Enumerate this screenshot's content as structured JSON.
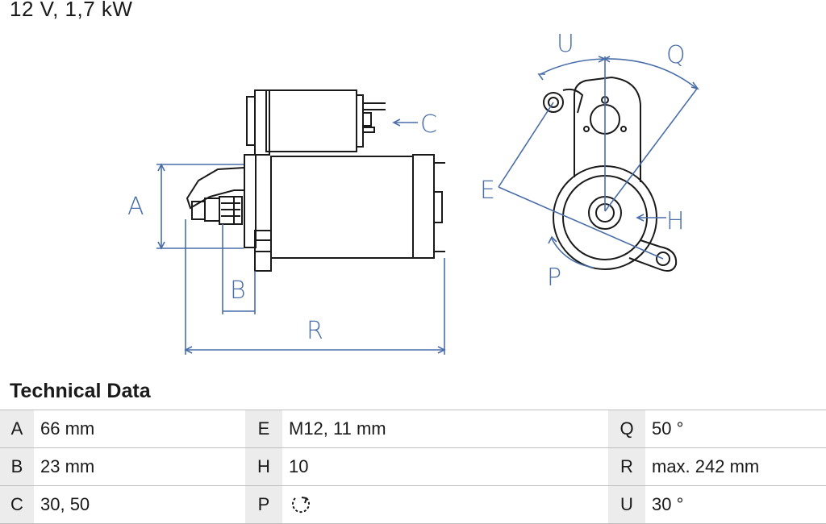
{
  "title": "12 V, 1,7 kW",
  "labels": {
    "A": "A",
    "B": "B",
    "C": "C",
    "R": "R",
    "U": "U",
    "Q": "Q",
    "E": "E",
    "H": "H",
    "P": "P"
  },
  "technical_data": {
    "heading": "Technical Data",
    "rows": [
      [
        {
          "k": "A",
          "v": "66 mm"
        },
        {
          "k": "E",
          "v": "M12, 11 mm"
        },
        {
          "k": "Q",
          "v": "50 °"
        }
      ],
      [
        {
          "k": "B",
          "v": "23 mm"
        },
        {
          "k": "H",
          "v": "10"
        },
        {
          "k": "R",
          "v": "max. 242 mm"
        }
      ],
      [
        {
          "k": "C",
          "v": "30, 50"
        },
        {
          "k": "P",
          "v": "",
          "icon": "rotation-direction-icon"
        },
        {
          "k": "U",
          "v": "30 °"
        }
      ]
    ]
  }
}
